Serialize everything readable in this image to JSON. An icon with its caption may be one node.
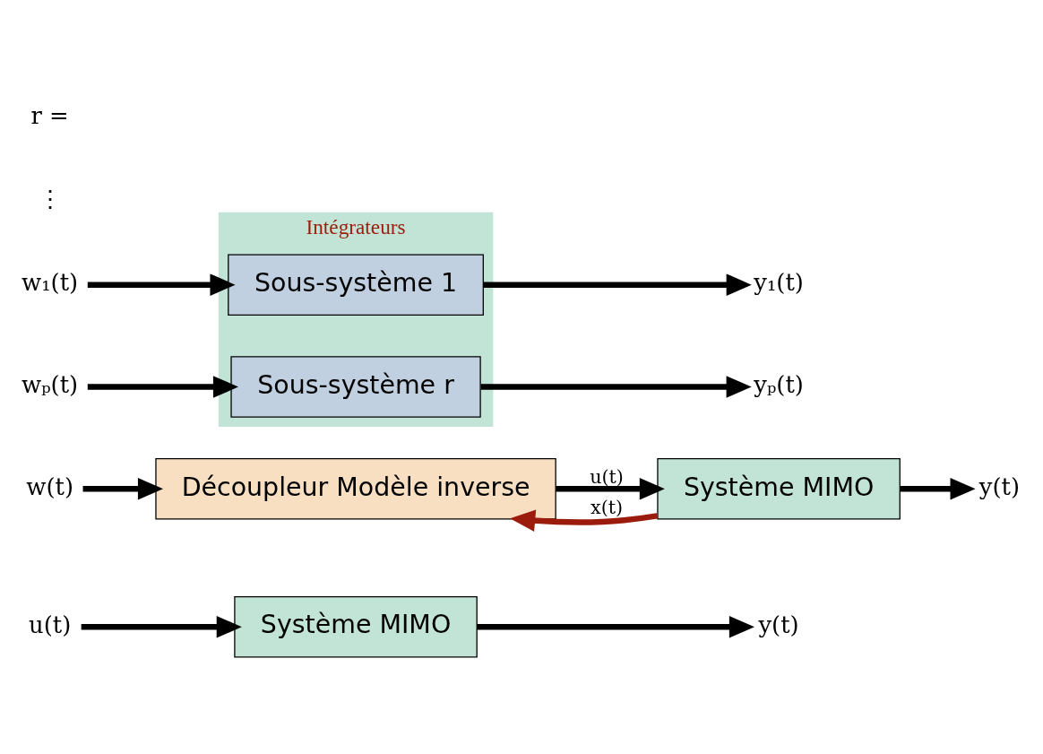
{
  "diagram": {
    "nodes": [
      {
        "text": [
          "u(t)"
        ]
      },
      {
        "text": [
          "Système MIMO"
        ]
      },
      {
        "text": [
          "y(t)"
        ]
      },
      {
        "text": [
          "w(t)"
        ]
      },
      {
        "text": [
          "Découpleur Modèle inverse"
        ]
      },
      {
        "text": [
          "Système MIMO"
        ]
      },
      {
        "text": [
          "y(t)"
        ]
      },
      {
        "text": [
          "Intégrateurs"
        ]
      },
      {
        "text": [
          "w₁(t)"
        ]
      },
      {
        "text": [
          "Sous-système 1"
        ],
        "in": 7
      },
      {
        "text": [
          "y₁(t)"
        ]
      },
      {
        "text": [
          "wₚ(t)"
        ]
      },
      {
        "text": [
          "Sous-système r"
        ],
        "in": 7
      },
      {
        "text": [
          "yₚ(t)"
        ]
      }
    ],
    "edges": [
      {
        "from": 0,
        "to": 1,
        "arrow": "to"
      },
      {
        "from": 1,
        "to": 2,
        "arrow": "to"
      },
      {
        "from": 3,
        "to": 4,
        "arrow": "to"
      },
      {
        "from": 4,
        "to": 5,
        "arrow": "to",
        "label": "u(t)"
      },
      {
        "from": 5,
        "to": 6,
        "arrow": "to"
      },
      {
        "from": 5,
        "to": 4,
        "arrow": "to",
        "label": "x(t)",
        "color": "#9b1c0c"
      },
      {
        "from": 8,
        "to": 9,
        "arrow": "to"
      },
      {
        "from": 9,
        "to": 10,
        "arrow": "to"
      },
      {
        "from": 11,
        "to": 12,
        "arrow": "to"
      },
      {
        "from": 12,
        "to": 13,
        "arrow": "to"
      }
    ],
    "labels": [
      "⋮",
      "r ="
    ]
  }
}
